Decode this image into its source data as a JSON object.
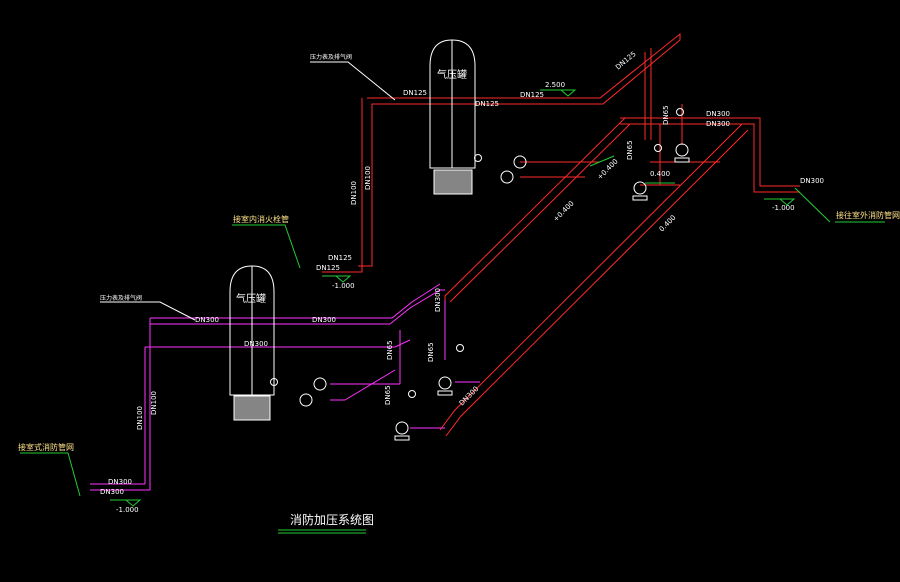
{
  "title": "消防加压系统图",
  "upper": {
    "tank_label": "气压罐",
    "pipe_labels": {
      "top_left": "DN125",
      "top_mid": "DN125",
      "top_right": "DN125",
      "riser_top": "DN125",
      "riser_left": "DN100",
      "riser_right": "DN100",
      "bottom_riser": "DN125",
      "bottom_riser_b": "DN125",
      "main_top": "DN300",
      "main_right": "DN300",
      "main_right_b": "DN300",
      "pump_branch": "DN65",
      "pump_branch_b": "DN65"
    },
    "elevations": {
      "top": "2.500",
      "bottom_left": "-1.000",
      "bottom_right": "-1.000",
      "diag_a": "+0.400",
      "diag_b": "+0.400",
      "pump_a": "0.400",
      "pump_b": "0.400"
    },
    "notes": {
      "left_riser": "接室内消火栓管",
      "right_outlet": "接往室外消防管网",
      "gauge": "压力表及排气阀"
    }
  },
  "lower": {
    "tank_label": "气压罐",
    "pipe_labels": {
      "top_main": "DN300",
      "top_main_b": "DN300",
      "tank_mid": "DN300",
      "riser_a": "DN100",
      "riser_b": "DN100",
      "bottom_a": "DN300",
      "bottom_b": "DN300",
      "diag_a": "DN300",
      "diag_b": "DN300",
      "pump_a": "DN65",
      "pump_b": "DN65",
      "tank_branch": "DN65"
    },
    "elevations": {
      "bottom": "-1.000"
    },
    "notes": {
      "left_inlet": "接室式消防管网",
      "gauge": "压力表及排气阀"
    }
  }
}
